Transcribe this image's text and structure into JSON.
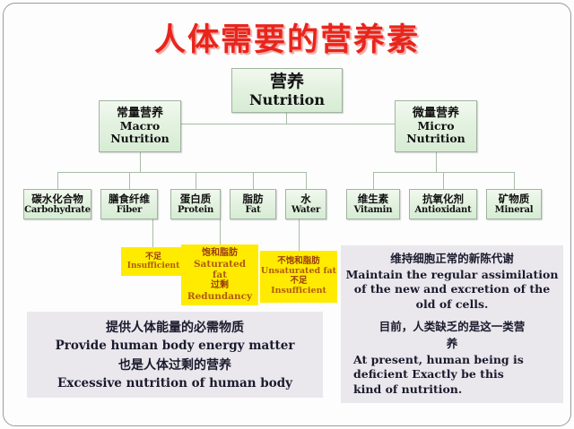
{
  "title": "人体需要的营养素",
  "root": {
    "cn": "营养",
    "en": "Nutrition"
  },
  "level2": [
    {
      "cn": "常量营养",
      "en1": "Macro",
      "en2": "Nutrition"
    },
    {
      "cn": "微量营养",
      "en1": "Micro",
      "en2": "Nutrition"
    }
  ],
  "macro_leaves": [
    {
      "cn": "碳水化合物",
      "en": "Carbohydrate"
    },
    {
      "cn": "膳食纤维",
      "en": "Fiber"
    },
    {
      "cn": "蛋白质",
      "en": "Protein"
    },
    {
      "cn": "脂肪",
      "en": "Fat"
    },
    {
      "cn": "水",
      "en": "Water"
    }
  ],
  "micro_leaves": [
    {
      "cn": "维生素",
      "en": "Vitamin"
    },
    {
      "cn": "抗氧化剂",
      "en": "Antioxidant"
    },
    {
      "cn": "矿物质",
      "en": "Mineral"
    }
  ],
  "yellow_notes": [
    {
      "cn1": "不足",
      "en1": "Insufficient"
    },
    {
      "cn1": "饱和脂肪",
      "en1": "Saturated",
      "en2": "fat",
      "cn2": "过剩",
      "en3": "Redundancy"
    },
    {
      "cn1": "不饱和脂肪",
      "en1": "Unsaturated fat",
      "cn2": "不足",
      "en2": "Insufficient"
    }
  ],
  "panel_left": {
    "line1_cn": "提供人体能量的必需物质",
    "line2_en": "Provide human body energy matter",
    "line3_cn": "也是人体过剩的营养",
    "line4_en": "Excessive nutrition of human body"
  },
  "panel_right": {
    "p1_cn": "维持细胞正常的新陈代谢",
    "p1_en_l1": "Maintain the regular assimilation",
    "p1_en_l2": "of the new and excretion of the",
    "p1_en_l3": "old of cells.",
    "p2_cn_l1": "目前，人类缺乏的是这一类营",
    "p2_cn_l2": "养",
    "p2_en_l1": "At present, human being is",
    "p2_en_l2": "deficient Exactly be this",
    "p2_en_l3": "kind of nutrition."
  },
  "colors": {
    "title_red": "#e8251c",
    "node_green": "#e3f2e0",
    "yellow": "#ffeb00",
    "panel_gray": "#eae8ec",
    "connector": "#a8bda8"
  }
}
